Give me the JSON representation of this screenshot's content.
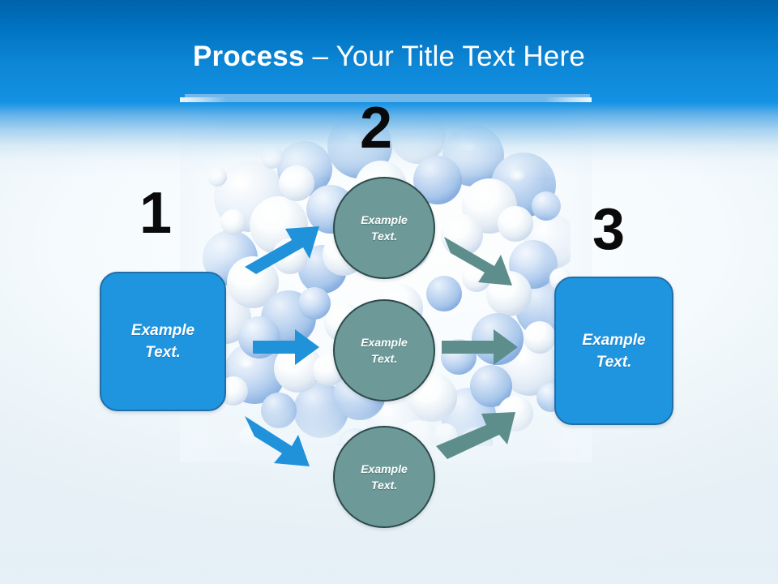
{
  "slide": {
    "title": {
      "strong": "Process ",
      "light": "– Your Title Text Here"
    },
    "colors": {
      "header_blue_top": "#0062ab",
      "header_blue_bottom": "#1492e4",
      "box_fill": "#1f95e0",
      "box_border": "#1f6ea8",
      "circle_fill": "#6d9a98",
      "circle_border": "#2e4a4c",
      "arrow_blue": "#1f92da",
      "arrow_teal": "#5d8e8c",
      "number_black": "#0a0a0a",
      "background": "#eef5fa"
    }
  },
  "numbers": [
    {
      "id": "1",
      "label": "1"
    },
    {
      "id": "2",
      "label": "2"
    },
    {
      "id": "3",
      "label": "3"
    }
  ],
  "boxes": [
    {
      "id": "left",
      "text": "Example\nText."
    },
    {
      "id": "right",
      "text": "Example\nText."
    }
  ],
  "circles": [
    {
      "id": "top",
      "text": "Example\nText."
    },
    {
      "id": "middle",
      "text": "Example\nText."
    },
    {
      "id": "bottom",
      "text": "Example\nText."
    }
  ],
  "arrows": [
    {
      "id": "in-top",
      "direction": "up-right",
      "color": "#1f92da"
    },
    {
      "id": "in-mid",
      "direction": "right",
      "color": "#1f92da"
    },
    {
      "id": "in-bot",
      "direction": "down-right",
      "color": "#1f92da"
    },
    {
      "id": "out-top",
      "direction": "down-right",
      "color": "#5d8e8c"
    },
    {
      "id": "out-mid",
      "direction": "right",
      "color": "#5d8e8c"
    },
    {
      "id": "out-bot",
      "direction": "up-right",
      "color": "#5d8e8c"
    }
  ],
  "background_graphic": {
    "name": "sphere-cluster",
    "description": "cluster of glossy white and light-blue 3D spheres"
  }
}
